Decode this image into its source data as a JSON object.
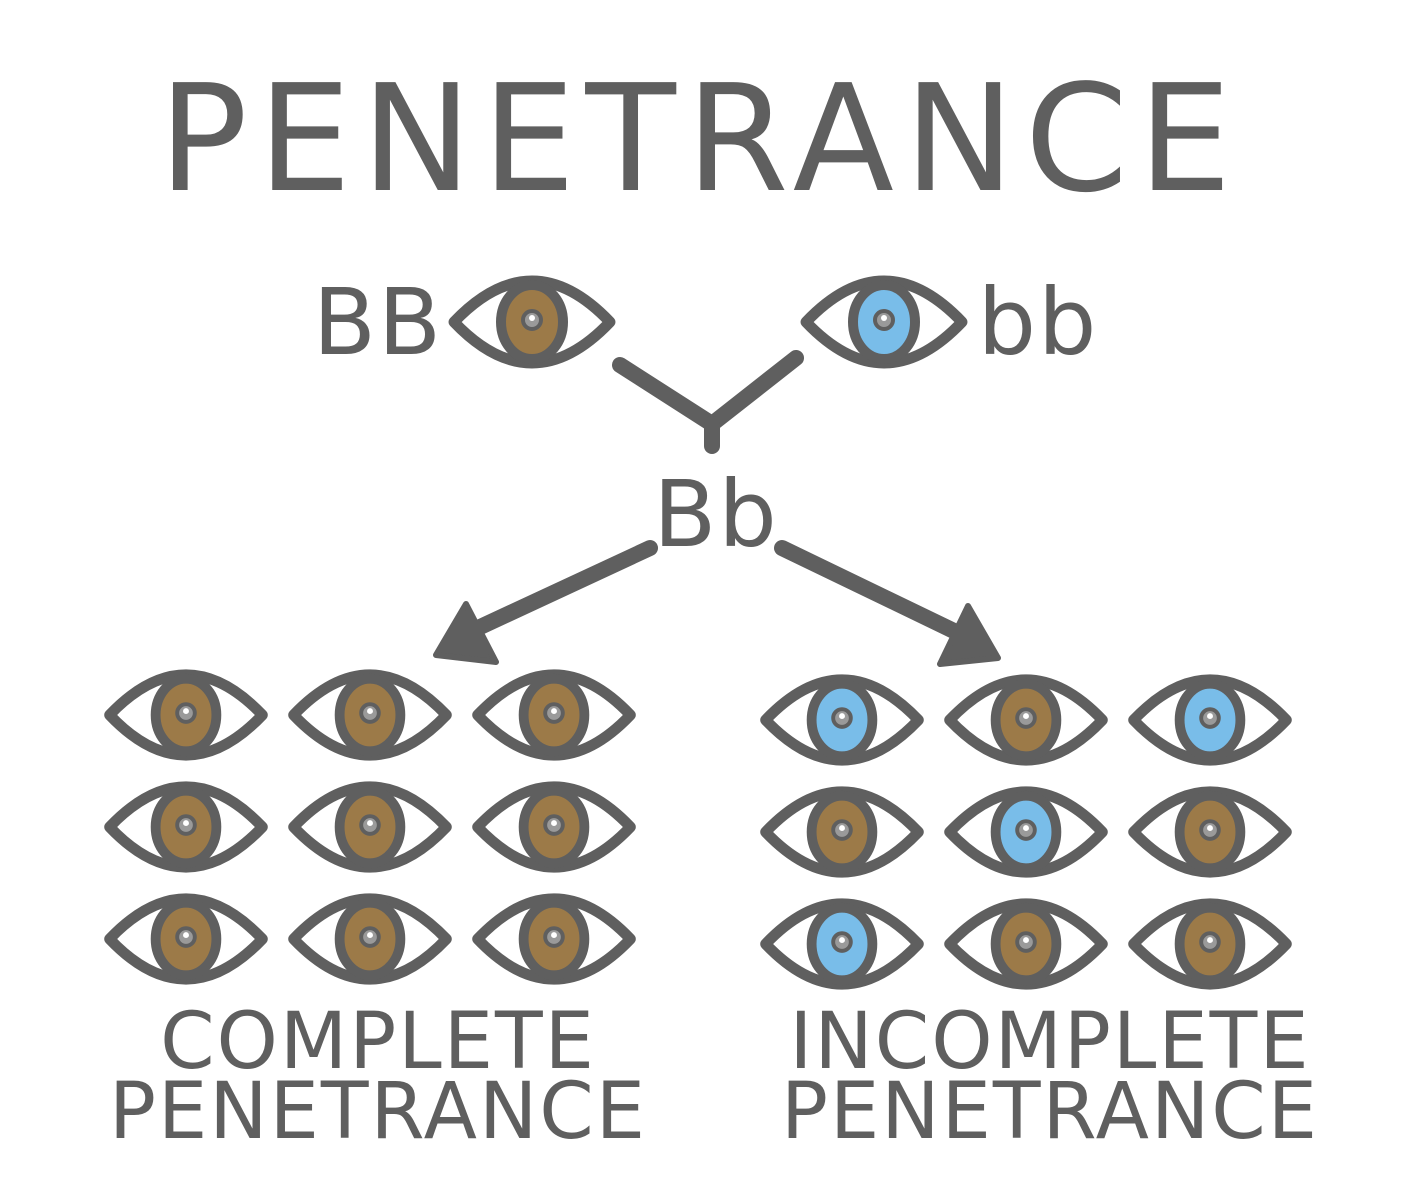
{
  "title": "PENETRANCE",
  "parents": {
    "left": {
      "genotype": "BB",
      "eye_color": "brown"
    },
    "right": {
      "genotype": "bb",
      "eye_color": "blue"
    }
  },
  "offspring": {
    "genotype": "Bb"
  },
  "groups": {
    "complete": {
      "caption_line1": "COMPLETE",
      "caption_line2": "PENETRANCE",
      "eyes": [
        "brown",
        "brown",
        "brown",
        "brown",
        "brown",
        "brown",
        "brown",
        "brown",
        "brown"
      ]
    },
    "incomplete": {
      "caption_line1": "INCOMPLETE",
      "caption_line2": "PENETRANCE",
      "eyes": [
        "blue",
        "brown",
        "blue",
        "brown",
        "blue",
        "brown",
        "blue",
        "brown",
        "brown"
      ]
    }
  },
  "colors": {
    "outline": "#5f5f5f",
    "brown": "#9c7a48",
    "blue": "#79bde9",
    "pupil": "#9a9a9a"
  }
}
